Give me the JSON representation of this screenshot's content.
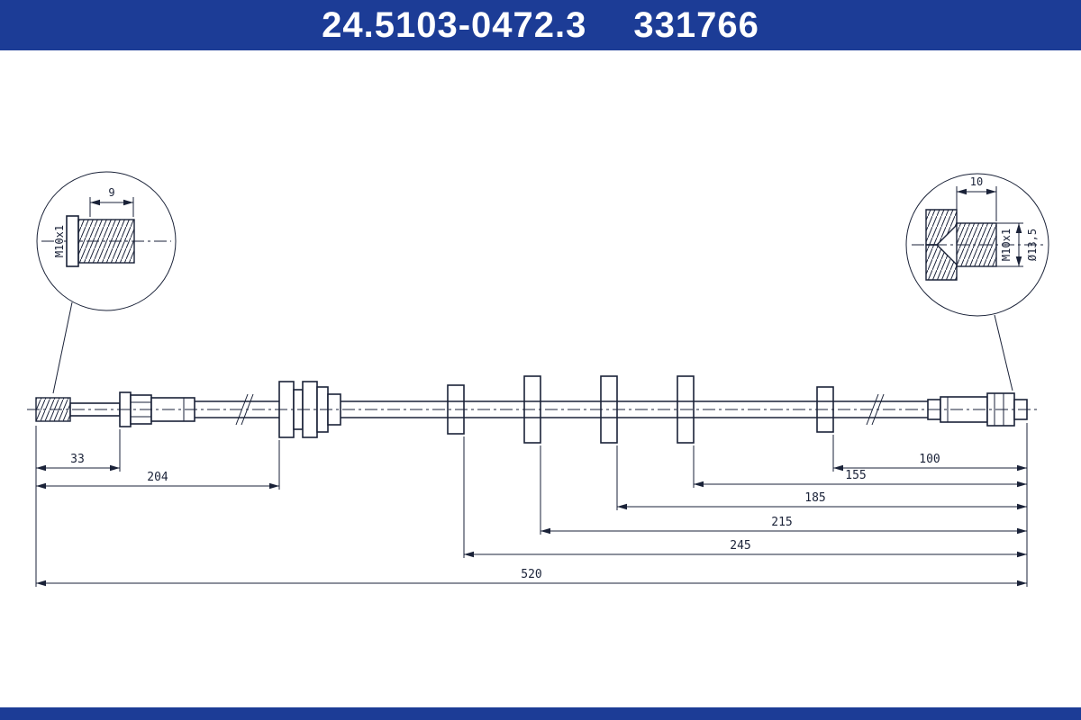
{
  "header": {
    "part_number": "24.5103-0472.3",
    "article_number": "331766"
  },
  "colors": {
    "header_bg": "#1c3c96",
    "footer_bg": "#1c3c96",
    "line": "#1a2238",
    "background": "#ffffff"
  },
  "drawing": {
    "detail_left": {
      "thread_length": "9",
      "thread_spec": "M10x1"
    },
    "detail_right": {
      "thread_length": "10",
      "thread_spec": "M10x1",
      "diameter": "Ø13,5"
    },
    "dimensions": {
      "d33": "33",
      "d204": "204",
      "d100": "100",
      "d155": "155",
      "d185": "185",
      "d215": "215",
      "d245": "245",
      "d520": "520"
    }
  }
}
